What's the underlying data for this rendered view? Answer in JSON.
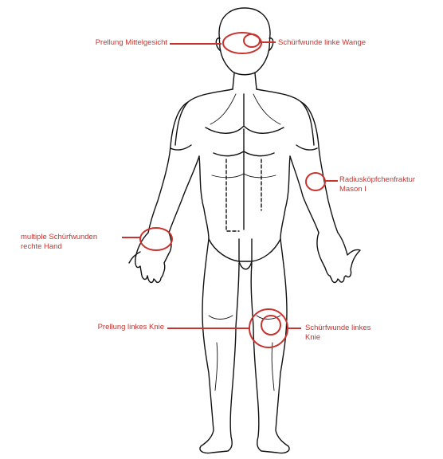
{
  "colors": {
    "annotation": "#c8332f",
    "outline": "#111111"
  },
  "figure": {
    "subject": "body-outline-front-view"
  },
  "annotations": [
    {
      "id": "face-contusion",
      "text": "Prellung Mittelgesicht"
    },
    {
      "id": "cheek-abrasion",
      "text": "Schürfwunde linke Wange"
    },
    {
      "id": "radial-head-fracture",
      "line1": "Radiusköpfchenfraktur",
      "line2": "Mason I"
    },
    {
      "id": "hand-abrasions",
      "line1": "multiple Schürfwunden",
      "line2": "rechte Hand"
    },
    {
      "id": "knee-contusion",
      "text": "Prellung linkes Knie"
    },
    {
      "id": "knee-abrasion",
      "line1": "Schürfwunde linkes",
      "line2": "Knie"
    }
  ]
}
